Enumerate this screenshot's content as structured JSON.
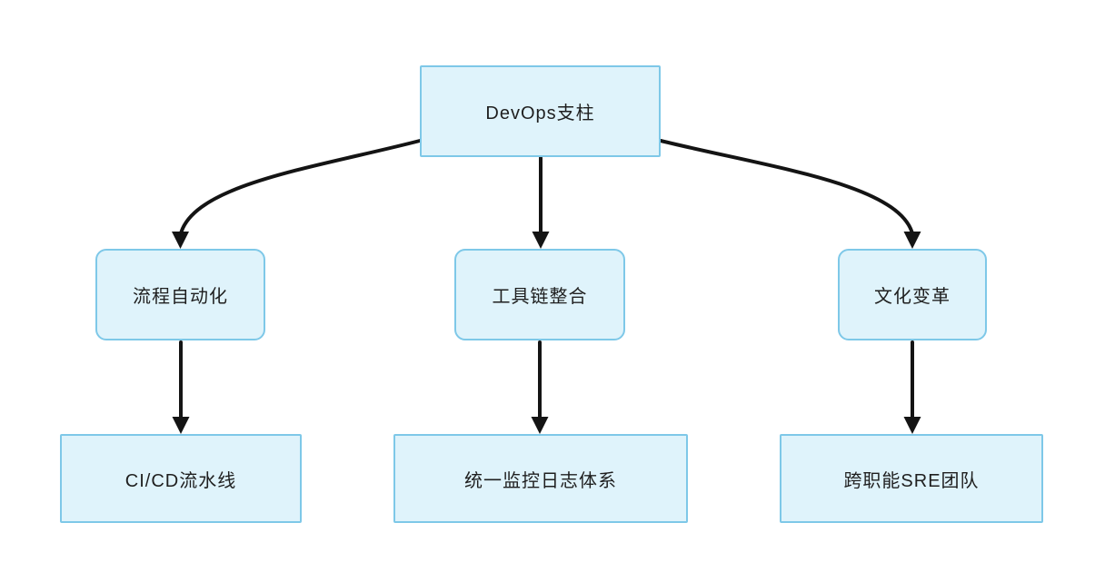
{
  "diagram": {
    "type": "flowchart",
    "direction": "top-down",
    "background": "#ffffff",
    "nodes": {
      "root": {
        "label": "DevOps支柱",
        "shape": "rectangle"
      },
      "process": {
        "label": "流程自动化",
        "shape": "rounded"
      },
      "toolchain": {
        "label": "工具链整合",
        "shape": "rounded"
      },
      "culture": {
        "label": "文化变革",
        "shape": "rounded"
      },
      "cicd": {
        "label": "CI/CD流水线",
        "shape": "rectangle"
      },
      "monitor": {
        "label": "统一监控日志体系",
        "shape": "rectangle"
      },
      "sre": {
        "label": "跨职能SRE团队",
        "shape": "rectangle"
      }
    },
    "edges": [
      {
        "from": "root",
        "to": "process",
        "style": "curved-arrow"
      },
      {
        "from": "root",
        "to": "toolchain",
        "style": "straight-arrow"
      },
      {
        "from": "root",
        "to": "culture",
        "style": "curved-arrow"
      },
      {
        "from": "process",
        "to": "cicd",
        "style": "straight-arrow"
      },
      {
        "from": "toolchain",
        "to": "monitor",
        "style": "straight-arrow"
      },
      {
        "from": "culture",
        "to": "sre",
        "style": "straight-arrow"
      }
    ],
    "colors": {
      "node_fill": "#dff3fb",
      "node_border": "#7ec8e8",
      "node_text": "#1f1f1f",
      "edge": "#141414"
    }
  }
}
